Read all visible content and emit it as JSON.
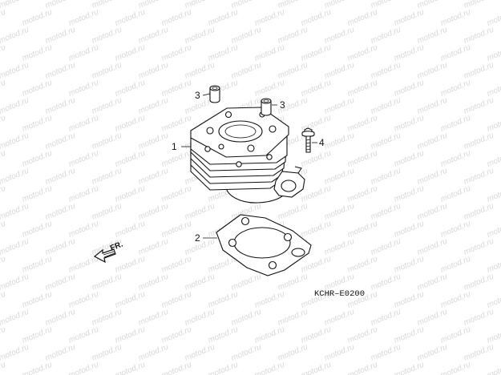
{
  "watermark": {
    "text": "motod.ru",
    "color": "#d8d8d8"
  },
  "callouts": {
    "cylinder": "1",
    "gasket": "2",
    "dowel_left": "3",
    "dowel_right": "3",
    "bolt": "4"
  },
  "diagram_code": "KCHR–E0200",
  "front_arrow": {
    "label": "FR."
  },
  "colors": {
    "line": "#111111",
    "background": "#ffffff"
  }
}
